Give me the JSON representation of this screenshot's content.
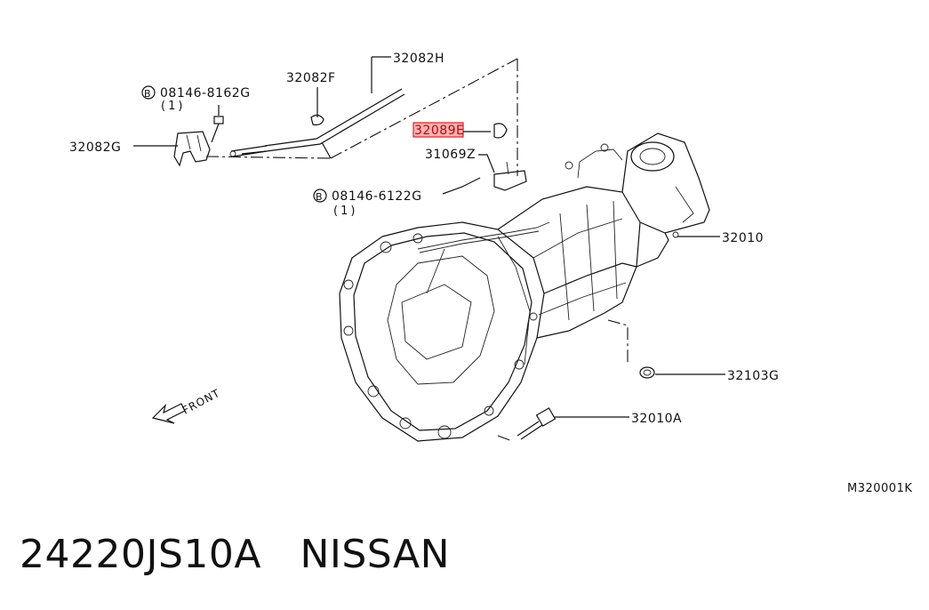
{
  "parts": {
    "p32082H": "32082H",
    "p32082F": "32082F",
    "p32082G": "32082G",
    "p32089E": "32089E",
    "p31069Z": "31069Z",
    "p32010": "32010",
    "p32103G": "32103G",
    "p32010A": "32010A"
  },
  "bolts": [
    {
      "prefix": "B",
      "number": "08146-8162G",
      "qty": "(1)"
    },
    {
      "prefix": "B",
      "number": "08146-6122G",
      "qty": "(1)"
    }
  ],
  "front_label": "FRONT",
  "diagram_ref": "M320001K",
  "caption": {
    "part_number": "24220JS10A",
    "brand": "NISSAN"
  },
  "colors": {
    "line": "#111111",
    "highlight": "#e02020",
    "highlight_fill": "#ffb3b3"
  }
}
